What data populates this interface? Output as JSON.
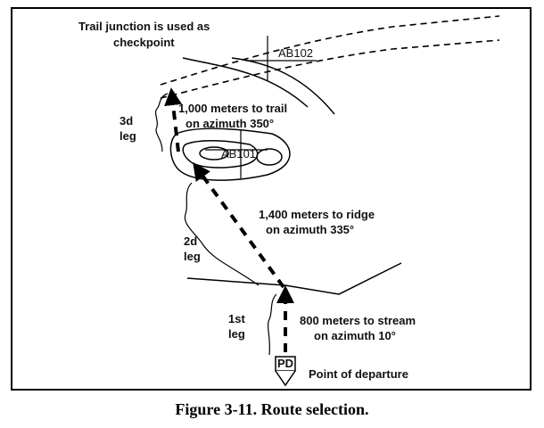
{
  "diagram": {
    "checkpoint_label_line1": "Trail junction is used as",
    "checkpoint_label_line2": "checkpoint",
    "grid_ab102": "AB102",
    "grid_ab101": "AB101",
    "leg3_label_line1": "3d",
    "leg3_label_line2": "leg",
    "leg3_text_line1": "1,000 meters to trail",
    "leg3_text_line2": "on azimuth 350°",
    "leg2_label_line1": "2d",
    "leg2_label_line2": "leg",
    "leg2_text_line1": "1,400 meters to ridge",
    "leg2_text_line2": "on azimuth 335°",
    "leg1_label_line1": "1st",
    "leg1_label_line2": "leg",
    "leg1_text_line1": "800 meters to stream",
    "leg1_text_line2": "on azimuth 10°",
    "pd_symbol": "PD",
    "departure_label": "Point of departure"
  },
  "caption": "Figure 3-11. Route selection."
}
